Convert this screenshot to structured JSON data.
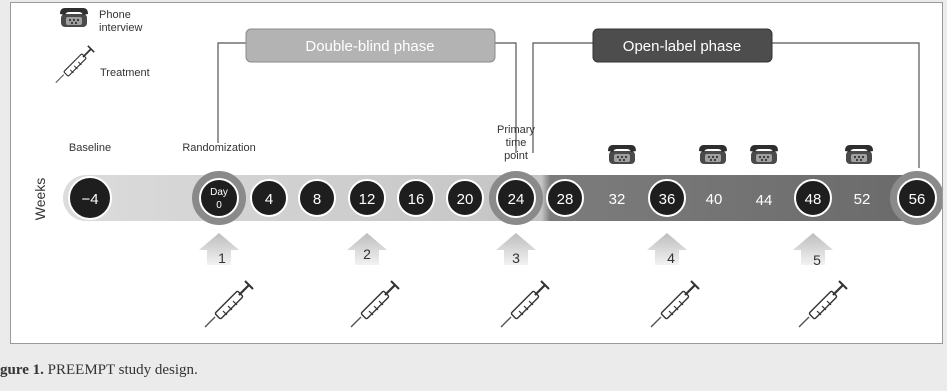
{
  "legend": {
    "phone_label_line1": "Phone",
    "phone_label_line2": "interview",
    "treatment_label": "Treatment",
    "phone_icon": "telephone-icon",
    "treatment_icon": "syringe-icon"
  },
  "phases": {
    "double_blind": "Double-blind phase",
    "open_label": "Open-label phase"
  },
  "axis_label": "Weeks",
  "landmarks": {
    "baseline": "Baseline",
    "randomization": "Randomization",
    "primary_line1": "Primary",
    "primary_line2": "time",
    "primary_line3": "point"
  },
  "timeline": {
    "week_m4": "−4",
    "day0_line1": "Day",
    "day0_line2": "0",
    "week4": "4",
    "week8": "8",
    "week12": "12",
    "week16": "16",
    "week20": "20",
    "week24": "24",
    "week28": "28",
    "week32": "32",
    "week36": "36",
    "week40": "40",
    "week44": "44",
    "week48": "48",
    "week52": "52",
    "week56": "56"
  },
  "treatments": {
    "t1": "1",
    "t2": "2",
    "t3": "3",
    "t4": "4",
    "t5": "5"
  },
  "caption": {
    "label": "gure 1.",
    "text": " PREEMPT study design."
  },
  "colors": {
    "double_blind_box": "#b3b3b3",
    "open_label_box": "#4d4d4d",
    "band_light": "#d6d6d6",
    "band_dark": "#7a7a7a",
    "circle": "#1e1e1e"
  }
}
